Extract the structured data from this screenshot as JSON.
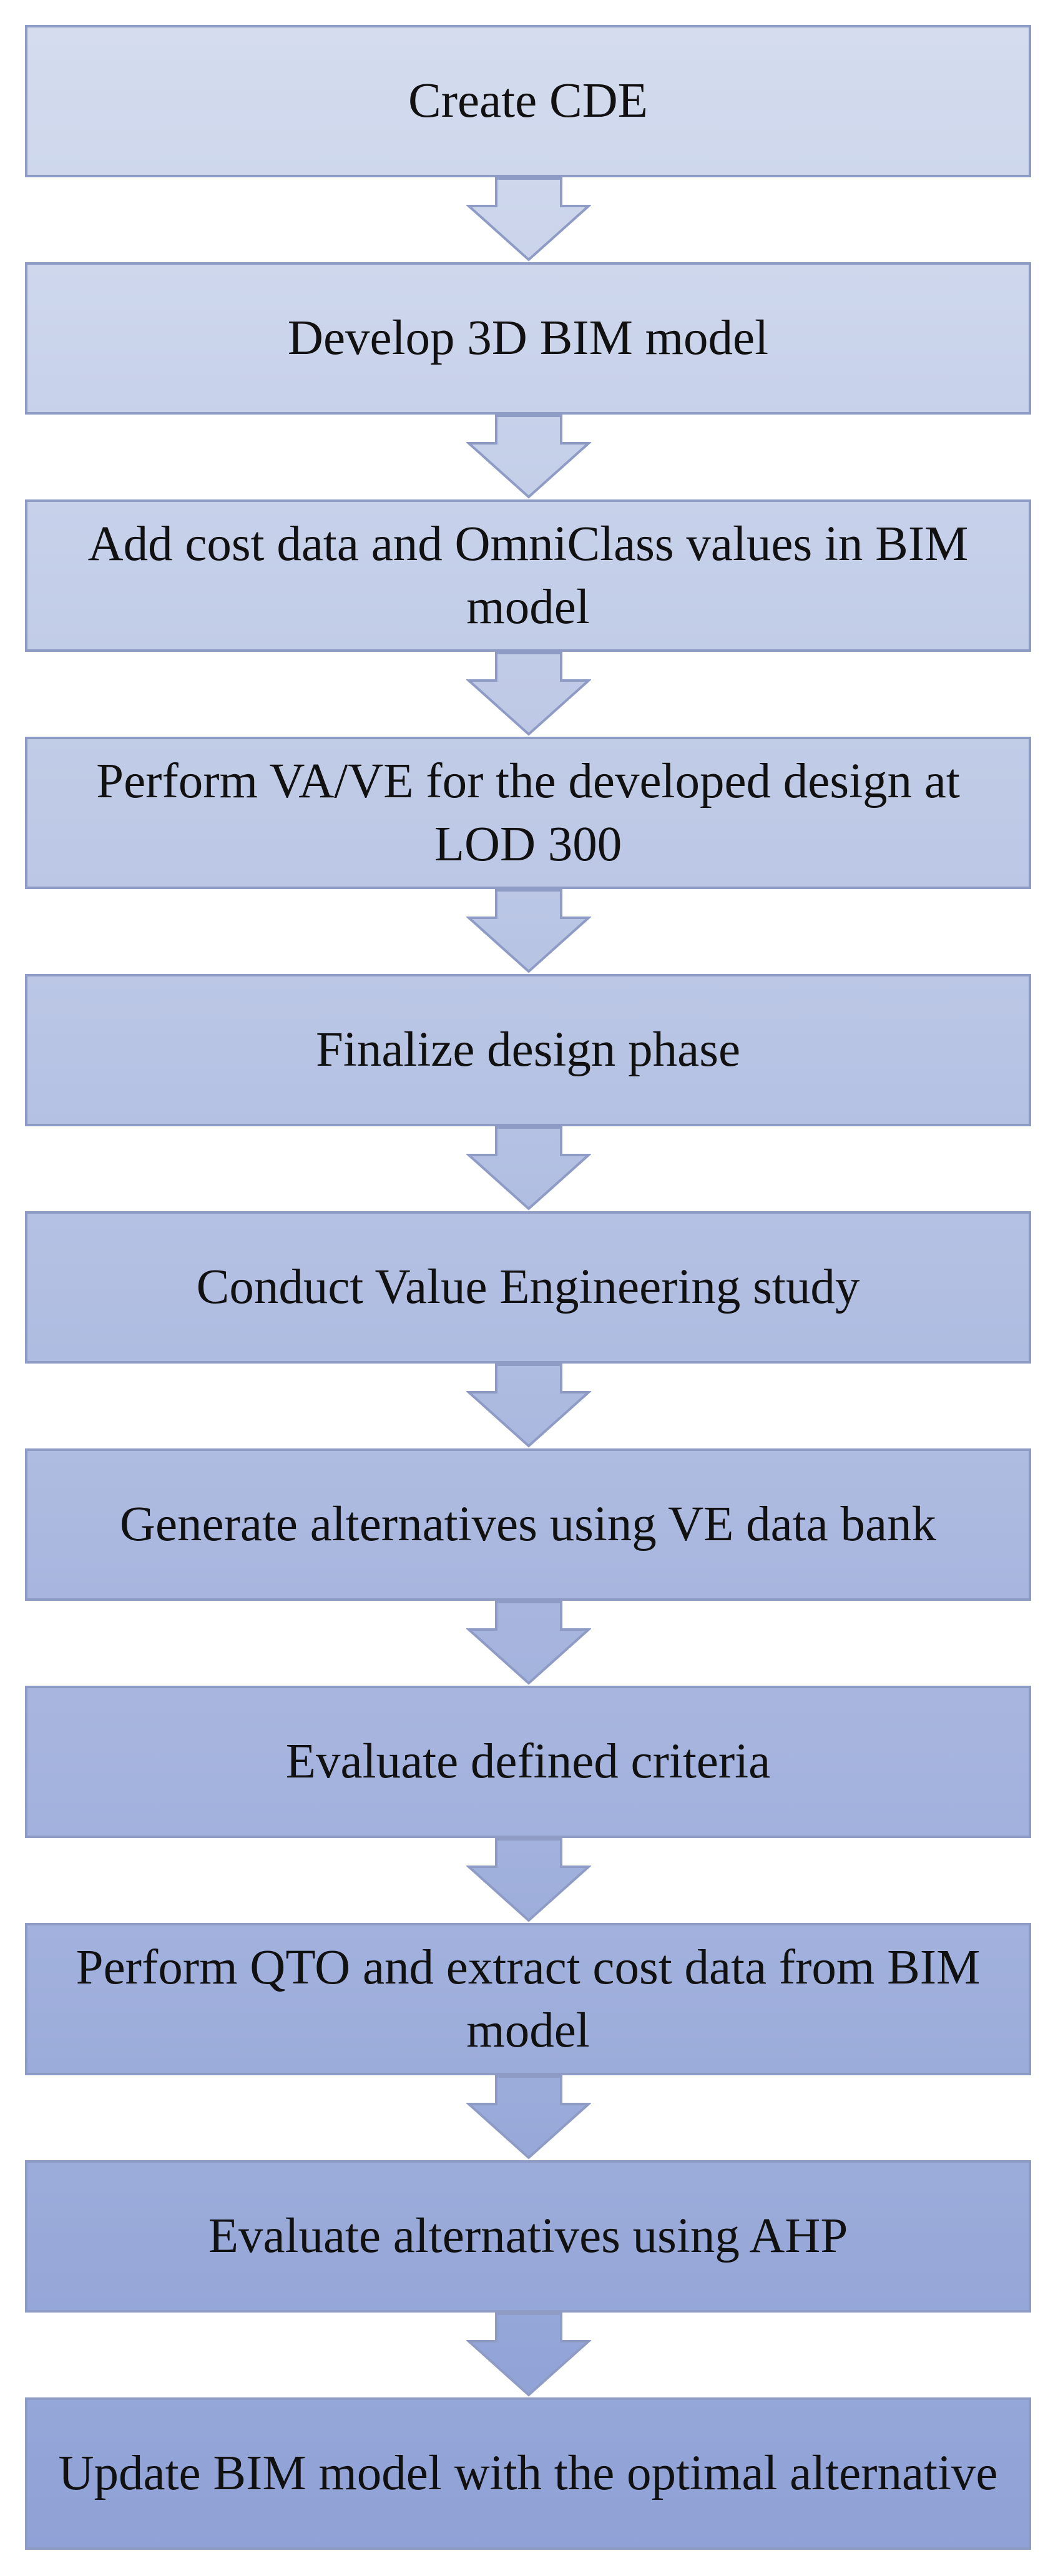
{
  "flowchart": {
    "steps": [
      "Create CDE",
      "Develop 3D BIM model",
      "Add cost data and OmniClass values in BIM model",
      "Perform VA/VE for the developed design at LOD 300",
      "Finalize design phase",
      "Conduct Value Engineering study",
      "Generate alternatives using VE data bank",
      "Evaluate defined criteria",
      "Perform QTO and extract cost data from BIM model",
      "Evaluate alternatives using AHP",
      "Update BIM model with the optimal alternative"
    ],
    "colors": {
      "box_top": "#d4dcee",
      "box_bottom": "#8fa1d6",
      "border": "#8e9bc4",
      "text": "#111111"
    }
  }
}
